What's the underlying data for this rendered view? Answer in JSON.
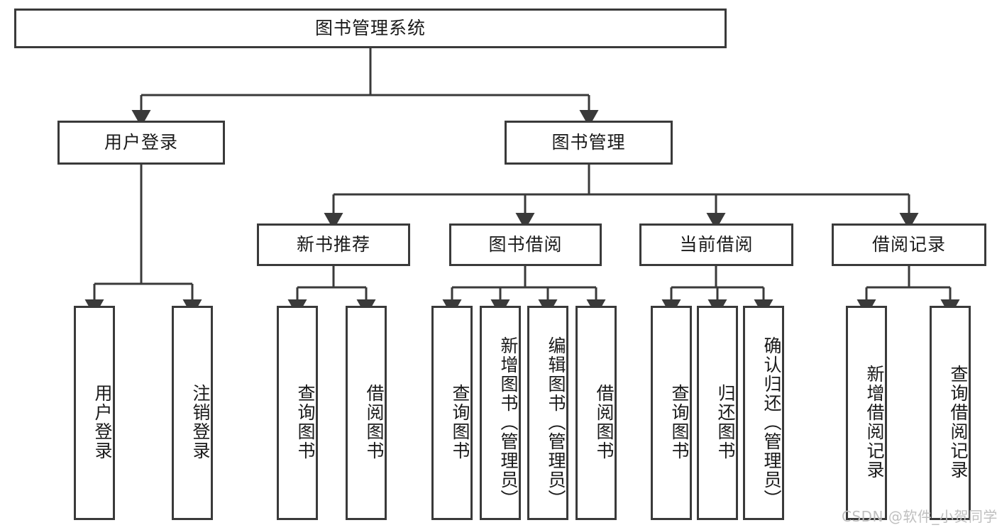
{
  "diagram": {
    "title_node": {
      "label": "图书管理系统"
    },
    "level2": [
      {
        "id": "user-login",
        "label": "用户登录"
      },
      {
        "id": "book-manage",
        "label": "图书管理"
      }
    ],
    "level3": [
      {
        "id": "new-book-recommend",
        "label": "新书推荐"
      },
      {
        "id": "book-borrow",
        "label": "图书借阅"
      },
      {
        "id": "current-borrow",
        "label": "当前借阅"
      },
      {
        "id": "borrow-record",
        "label": "借阅记录"
      }
    ],
    "leaves": [
      {
        "id": "user-login-leaf",
        "label": "用户登录",
        "parent": "user-login"
      },
      {
        "id": "logout-leaf",
        "label": "注销登录",
        "parent": "user-login"
      },
      {
        "id": "query-book-1",
        "label": "查询图书",
        "parent": "new-book-recommend"
      },
      {
        "id": "borrow-book-1",
        "label": "借阅图书",
        "parent": "new-book-recommend"
      },
      {
        "id": "query-book-2",
        "label": "查询图书",
        "parent": "book-borrow"
      },
      {
        "id": "add-book",
        "label": "新增图书（管理员）",
        "parent": "book-borrow"
      },
      {
        "id": "edit-book",
        "label": "编辑图书（管理员）",
        "parent": "book-borrow"
      },
      {
        "id": "borrow-book-2",
        "label": "借阅图书",
        "parent": "book-borrow"
      },
      {
        "id": "query-book-3",
        "label": "查询图书",
        "parent": "current-borrow"
      },
      {
        "id": "return-book",
        "label": "归还图书",
        "parent": "current-borrow"
      },
      {
        "id": "confirm-return",
        "label": "确认归还（管理员）",
        "parent": "current-borrow"
      },
      {
        "id": "add-borrow-record",
        "label": "新增借阅记录",
        "parent": "borrow-record"
      },
      {
        "id": "query-borrow-record",
        "label": "查询借阅记录",
        "parent": "borrow-record"
      }
    ],
    "watermark": "CSDN @软件_小贺同学",
    "colors": {
      "stroke": "#3a3a3a",
      "fill": "#ffffff",
      "text": "#1a1a1a",
      "watermark": "#bfbfbf"
    }
  }
}
